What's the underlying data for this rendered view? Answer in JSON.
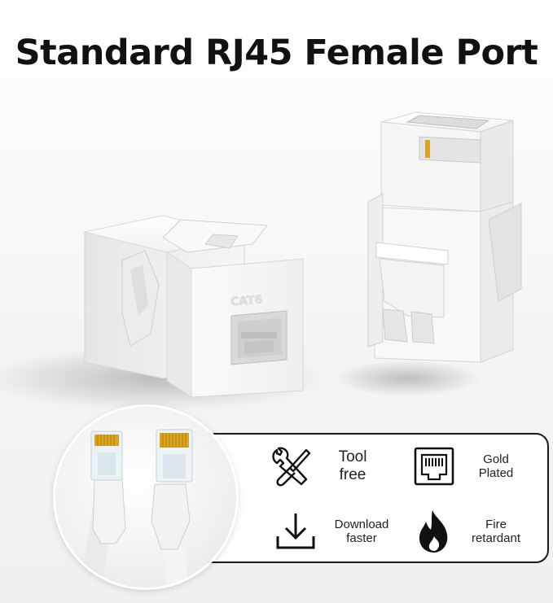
{
  "title": "Standard RJ45 Female Port",
  "product_marking": "CAT6",
  "features": [
    {
      "icon": "tools-icon",
      "line1": "Tool",
      "line2": "free"
    },
    {
      "icon": "rj45-port-icon",
      "line1": "Gold",
      "line2": "Plated"
    },
    {
      "icon": "download-icon",
      "line1": "Download",
      "line2": "faster"
    },
    {
      "icon": "fire-icon",
      "line1": "Fire",
      "line2": "retardant"
    }
  ],
  "colors": {
    "text": "#111111",
    "panel_border": "#1a1a1a",
    "gold": "#d9a521",
    "jack_white": "#f7f7f7"
  }
}
